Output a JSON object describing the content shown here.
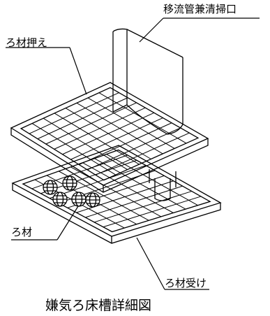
{
  "labels": {
    "pipe": "移流管兼清掃口",
    "holder": "ろ材押え",
    "media": "ろ材",
    "receiver": "ろ材受け"
  },
  "caption": "嫌気ろ床槽詳細図"
}
